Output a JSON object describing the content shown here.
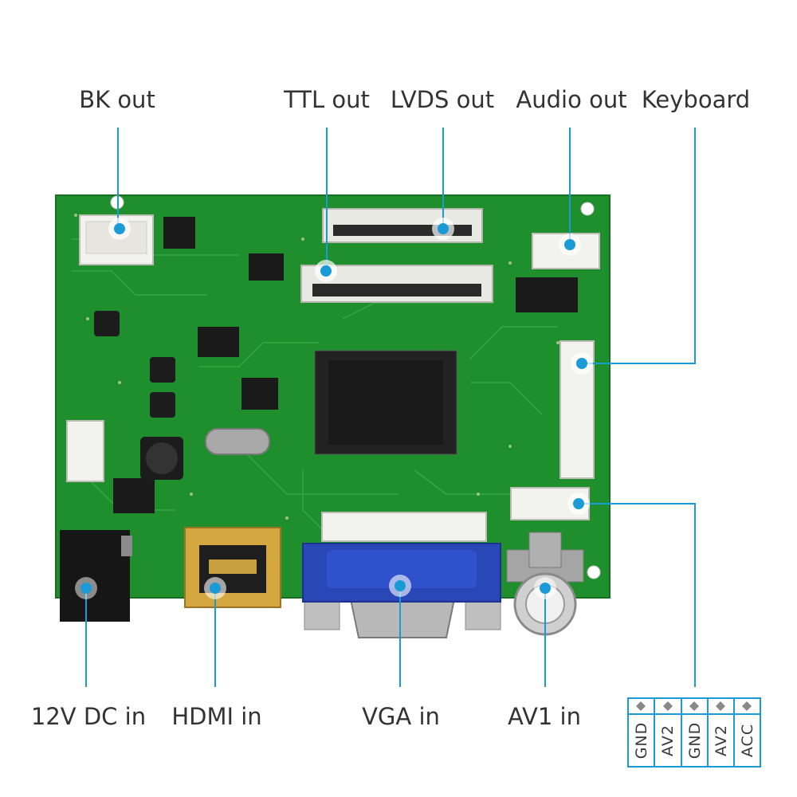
{
  "labels": {
    "bk_out": "BK out",
    "ttl_out": "TTL out",
    "lvds_out": "LVDS out",
    "audio_out": "Audio out",
    "keyboard": "Keyboard",
    "dc_in": "12V DC in",
    "hdmi_in": "HDMI in",
    "vga_in": "VGA in",
    "av1_in": "AV1 in"
  },
  "pinout": [
    "GND",
    "AV2",
    "GND",
    "AV2",
    "ACC"
  ],
  "colors": {
    "pcb": "#1f8f2e",
    "callout": "#1a9ad6",
    "label": "#333333",
    "chip": "#1a1a1a",
    "connector_white": "#f2f2ee",
    "hdmi_gold": "#d4a640",
    "vga_blue": "#2a47b8"
  }
}
